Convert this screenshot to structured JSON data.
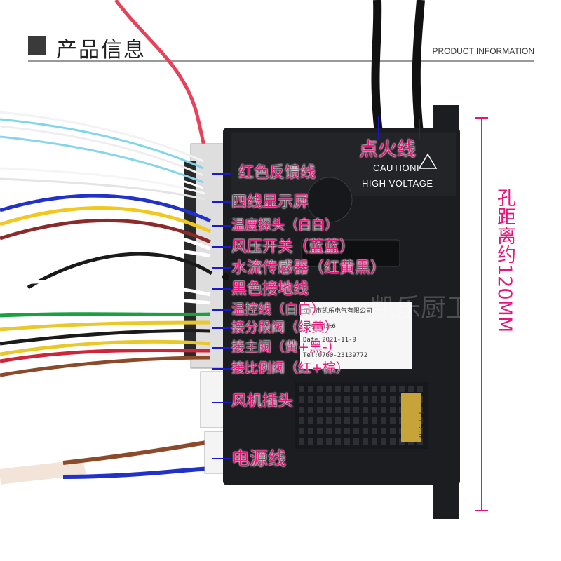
{
  "header": {
    "title": "产品信息",
    "subtitle": "PRODUCT INFORMATION"
  },
  "device": {
    "caution_line1": "CAUTIONI",
    "caution_line2": "HIGH VOLTAGE",
    "sticker_line1": "江门市凯乐电气有限公司",
    "sticker_line2": "型号:凯乐6",
    "sticker_date": "Date:2021-11-9",
    "sticker_tel": "Tel:0760-23139772",
    "watermark": "凯乐厨卫",
    "component_mark": "1.1.2.6"
  },
  "labels": [
    "点火线",
    "红色反馈线",
    "四线显示屏",
    "温度探头（白白）",
    "风压开关（蓝蓝）",
    "水流传感器（红黄黑）",
    "黑色接地线",
    "温控线（白白）",
    "接分段阀（绿黄）",
    "接主阀（黄+黑-）",
    "接比例阀（红+棕）",
    "风机插头",
    "电源线"
  ],
  "dimension_label": "孔距离约120MM",
  "colors": {
    "label": "#e8147a",
    "arrow": "#1a1acc",
    "housing": "#1c1d21"
  }
}
